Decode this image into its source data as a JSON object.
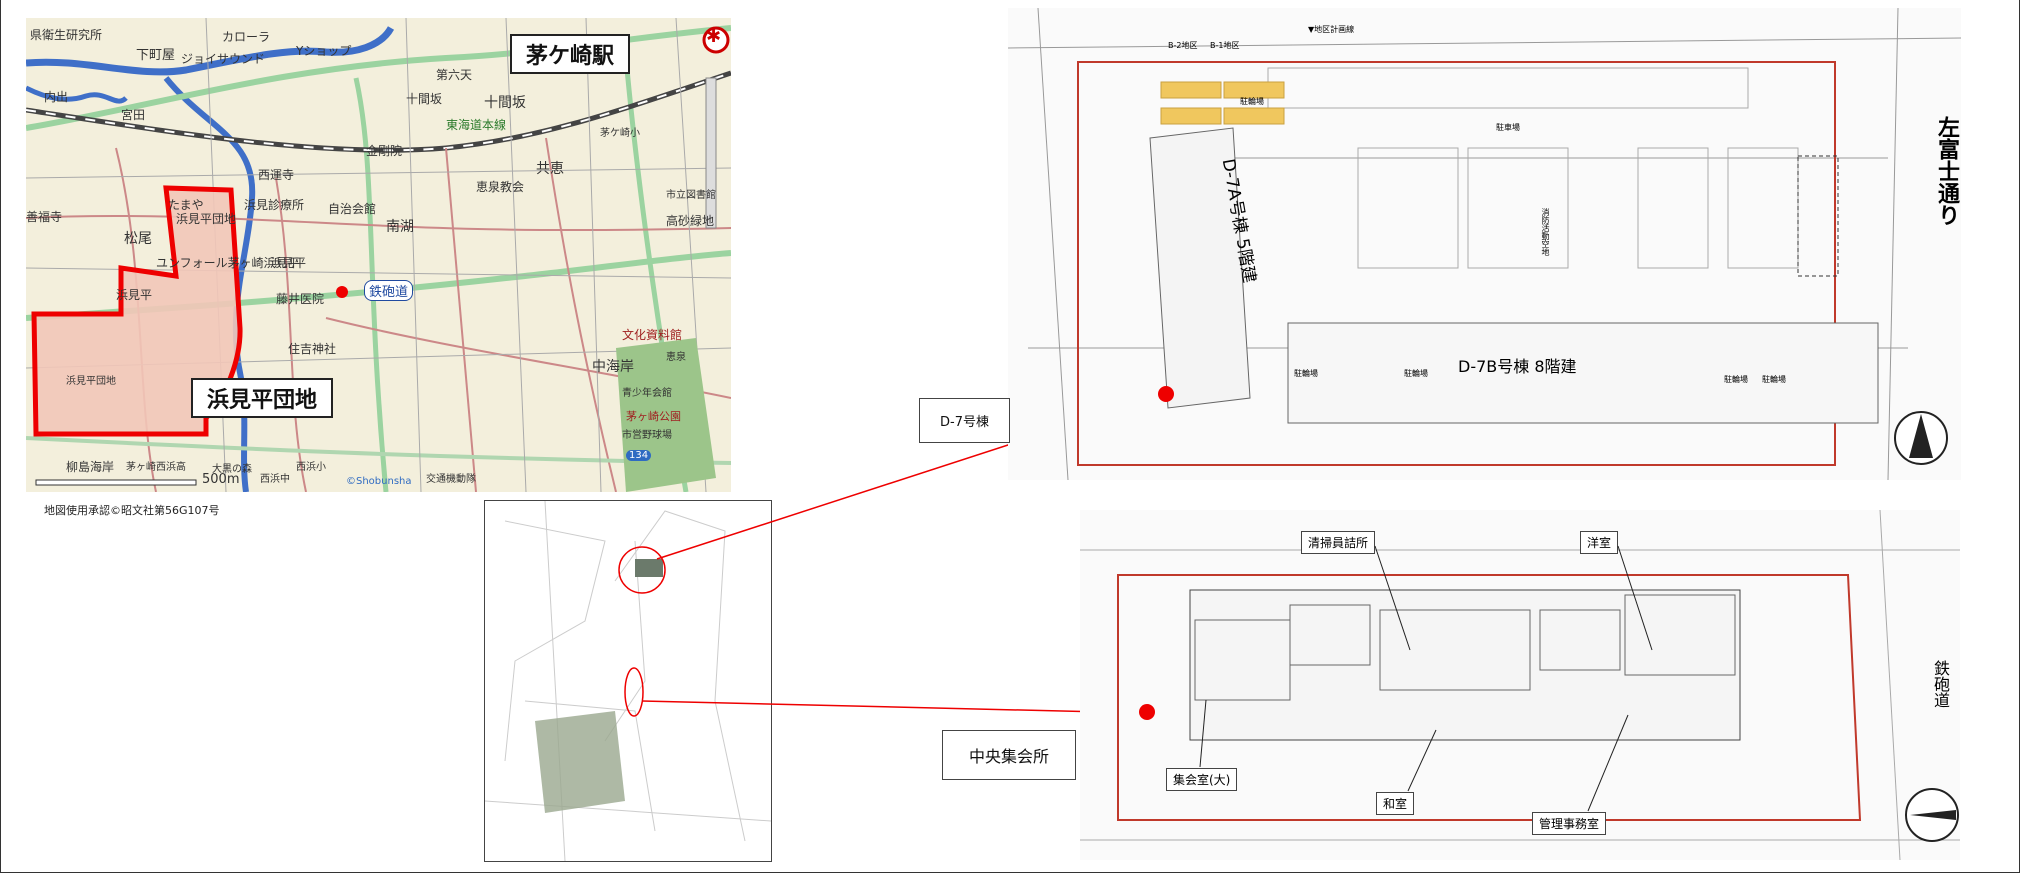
{
  "map": {
    "station_label": "茅ケ崎駅",
    "area_label": "浜見平団地",
    "road_label": "鉄砲道",
    "scale_label": "500m",
    "copyright": "©Shobunsha",
    "route_number": "134",
    "credit": "地図使用承認©昭文社第56G107号",
    "place_labels": [
      "県衛生研究所",
      "下町屋",
      "ジョイサウンド",
      "カローラ",
      "Yショップ",
      "内出",
      "宮田",
      "第六天",
      "十間坂",
      "十間坂",
      "茅ケ崎小",
      "東海道本線",
      "金剛院",
      "西運寺",
      "共恵",
      "たまや",
      "浜見平団地",
      "浜見診療所",
      "自治会館",
      "恵泉教会",
      "市立図書館",
      "善福寺",
      "松尾",
      "南湖",
      "高砂緑地",
      "ユンフォール茅ヶ崎浜見平",
      "浜見平",
      "藤井医院",
      "浜見平",
      "鉄砲道",
      "住吉神社",
      "文化資料館",
      "中海岸",
      "恵泉",
      "浜見平団地",
      "青少年会館",
      "茅ヶ崎公園",
      "市営野球場",
      "柳島海岸",
      "茅ヶ崎西浜高",
      "大黒の森",
      "西浜小",
      "西浜中",
      "交通機動隊"
    ]
  },
  "callouts": {
    "d7": "D-7号棟",
    "center": "中央集会所"
  },
  "plan_d7": {
    "building_a": "D-7A号棟  5階建",
    "building_b": "D-7B号棟  8階建",
    "street": "左富士通り",
    "labels": [
      "駐輪場",
      "駐輪場",
      "駐車場",
      "駐輪場",
      "駐輪場",
      "駐輪場",
      "消防活動空地",
      "B-2地区",
      "B-1地区",
      "▼地区計画線"
    ]
  },
  "plan_center": {
    "street": "鉄砲道",
    "rooms": [
      "清掃員詰所",
      "洋室",
      "集会室(大)",
      "和室",
      "管理事務室"
    ]
  }
}
